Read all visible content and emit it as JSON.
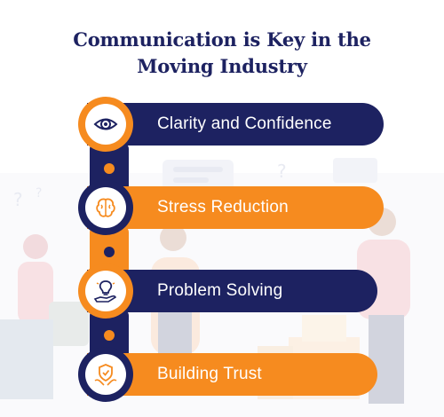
{
  "title": {
    "line1": "Communication is Key in the",
    "line2": "Moving Industry"
  },
  "colors": {
    "navy": "#1d2261",
    "orange": "#f68b1f",
    "text_on_pill": "#ffffff"
  },
  "items": [
    {
      "label": "Clarity and Confidence",
      "icon": "eye-icon",
      "color": "navy"
    },
    {
      "label": "Stress Reduction",
      "icon": "brain-icon",
      "color": "orange"
    },
    {
      "label": "Problem Solving",
      "icon": "lightbulb-hand-icon",
      "color": "navy"
    },
    {
      "label": "Building Trust",
      "icon": "shield-hand-icon",
      "color": "orange"
    }
  ]
}
